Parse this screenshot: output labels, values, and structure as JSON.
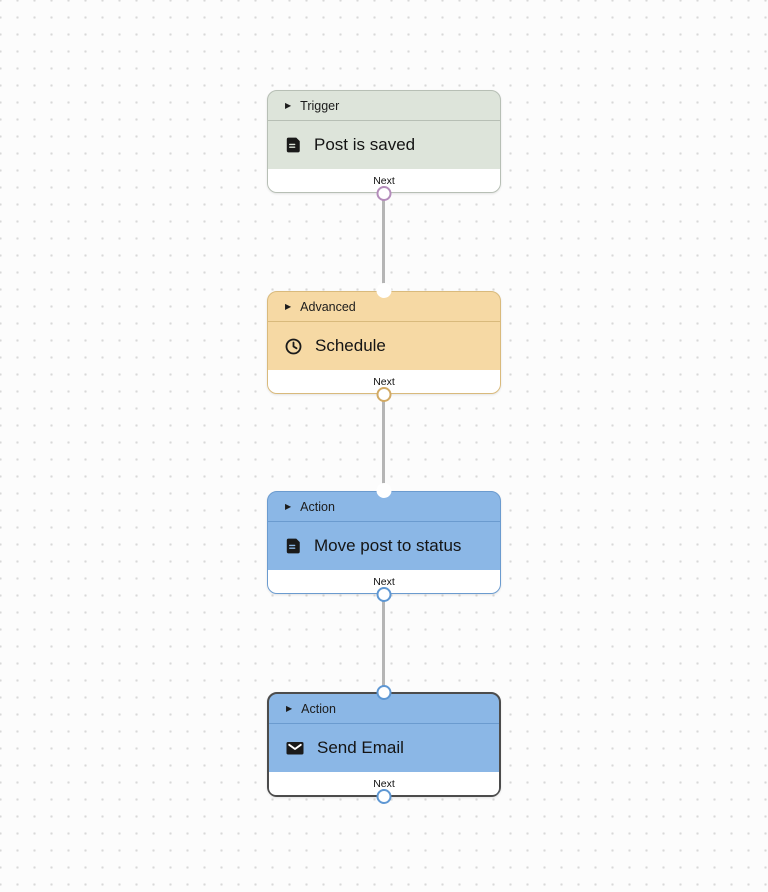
{
  "canvas": {
    "background": "#fcfcfc",
    "dot_color": "#d8d8d8",
    "edge_color": "#b5b5b5"
  },
  "nodes": [
    {
      "category": "Trigger",
      "title": "Post is saved",
      "icon": "document-icon",
      "footer_label": "Next",
      "fill": "#dde4da",
      "border": "#b7bfb5",
      "handle": "#b48cbb",
      "has_input": false,
      "selected": false
    },
    {
      "category": "Advanced",
      "title": "Schedule",
      "icon": "clock-icon",
      "footer_label": "Next",
      "fill": "#f6d9a4",
      "border": "#d9ba7c",
      "handle": "#d2aa64",
      "has_input": true,
      "selected": false
    },
    {
      "category": "Action",
      "title": "Move post to status",
      "icon": "document-icon",
      "footer_label": "Next",
      "fill": "#8bb7e6",
      "border": "#6b9bcf",
      "handle": "#5e97d3",
      "has_input": true,
      "selected": false
    },
    {
      "category": "Action",
      "title": "Send Email",
      "icon": "envelope-icon",
      "footer_label": "Next",
      "fill": "#8bb7e6",
      "border": "#6b9bcf",
      "handle": "#5e97d3",
      "has_input": true,
      "selected": true
    }
  ]
}
